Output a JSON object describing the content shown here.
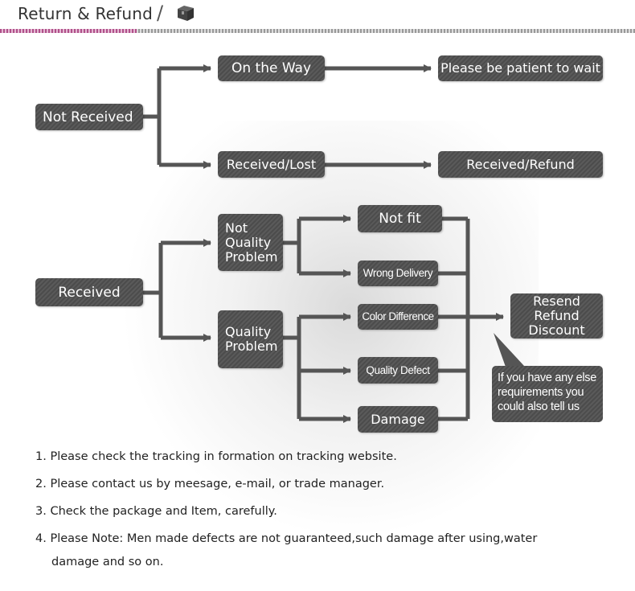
{
  "header": {
    "title": "Return & Refund",
    "slash": "/"
  },
  "flow": {
    "not_received": "Not Received",
    "on_the_way": "On the Way",
    "patient": "Please be patient to wait",
    "received_lost": "Received/Lost",
    "received_refund": "Received/Refund",
    "received": "Received",
    "not_quality": "Not\nQuality\nProblem",
    "quality": "Quality\nProblem",
    "not_fit": "Not fit",
    "wrong_delivery": "Wrong Delivery",
    "color_difference": "Color Difference",
    "quality_defect": "Quality Defect",
    "damage": "Damage",
    "resolution": "Resend\nRefund\nDiscount",
    "note": "If you have any else requirements you could also tell us"
  },
  "notes": [
    "1. Please check the tracking in formation on tracking website.",
    "2. Please contact us by meesage, e-mail, or trade manager.",
    "3. Check the package and Item, carefully.",
    "4. Please Note: Men made defects  are not guaranteed,such damage after using,water",
    "damage and so on."
  ],
  "colors": {
    "box": "#555555",
    "arrow": "#555555",
    "accent": "#b0508a"
  }
}
